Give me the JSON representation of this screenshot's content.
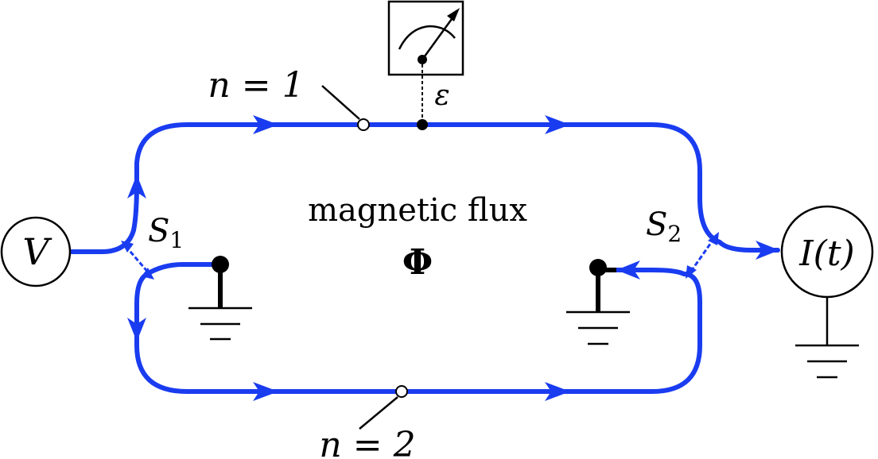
{
  "labels": {
    "voltage_symbol": "V",
    "current_symbol": "I(t)",
    "s1_base": "S",
    "s1_sub": "1",
    "s2_base": "S",
    "s2_sub": "2",
    "n1_label": "n = 1",
    "n2_label": "n = 2",
    "epsilon": "ε",
    "flux_text": "magnetic flux",
    "flux_symbol": "Φ"
  },
  "colors": {
    "edge_channel": "#1a3cf0",
    "ink": "#000000",
    "background": "#ffffff"
  }
}
